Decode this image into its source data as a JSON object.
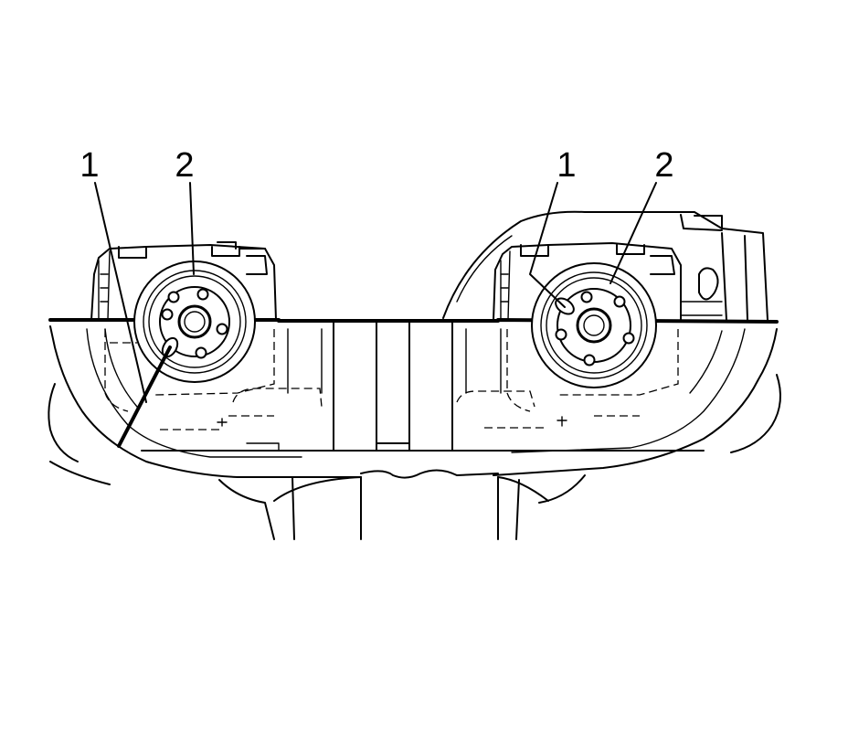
{
  "callouts": {
    "left_1": "1",
    "left_2": "2",
    "right_1": "1",
    "right_2": "2"
  },
  "colors": {
    "ink": "#000000",
    "paper": "#ffffff"
  }
}
